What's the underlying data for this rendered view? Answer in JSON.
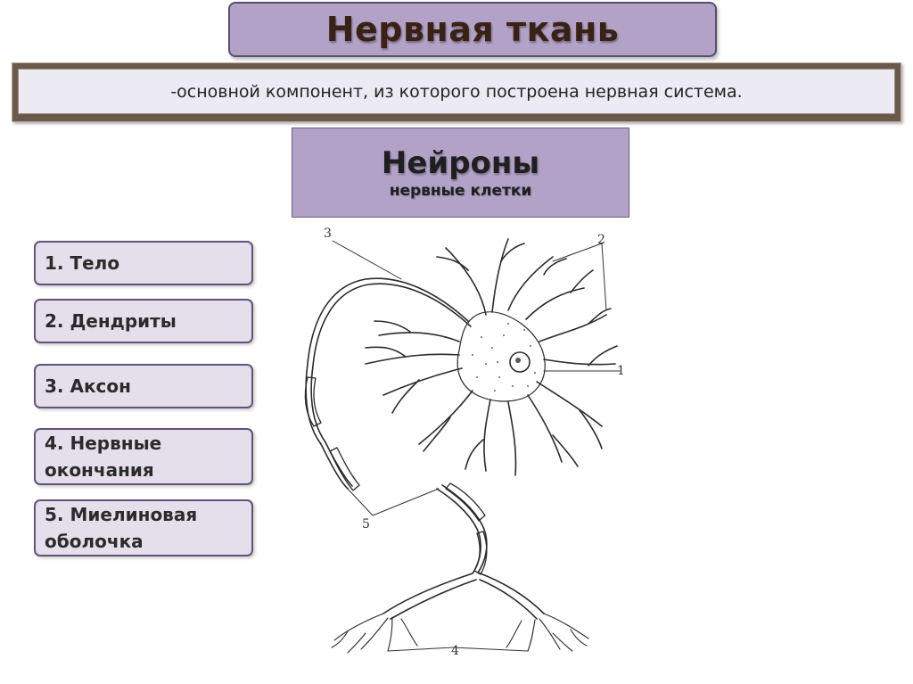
{
  "slide": {
    "title": "Нервная ткань",
    "definition": "-основной компонент, из которого построена нервная система.",
    "neurons_title": "Нейроны",
    "neurons_subtitle": "нервные клетки",
    "parts": [
      {
        "label": "1. Тело"
      },
      {
        "label": "2. Дендриты"
      },
      {
        "label": "3. Аксон"
      },
      {
        "label": "4. Нервные окончания"
      },
      {
        "label": "5. Миелиновая оболочка"
      }
    ],
    "diagram_numbers": [
      "1",
      "2",
      "3",
      "4",
      "5"
    ]
  },
  "colors": {
    "title_fill": "#b2a2c7",
    "title_text": "#3a2116",
    "label_fill": "#e5dfec",
    "label_border": "#60537a",
    "definition_fill": "#ecebf3",
    "definition_frame": "#6b5a4c"
  }
}
